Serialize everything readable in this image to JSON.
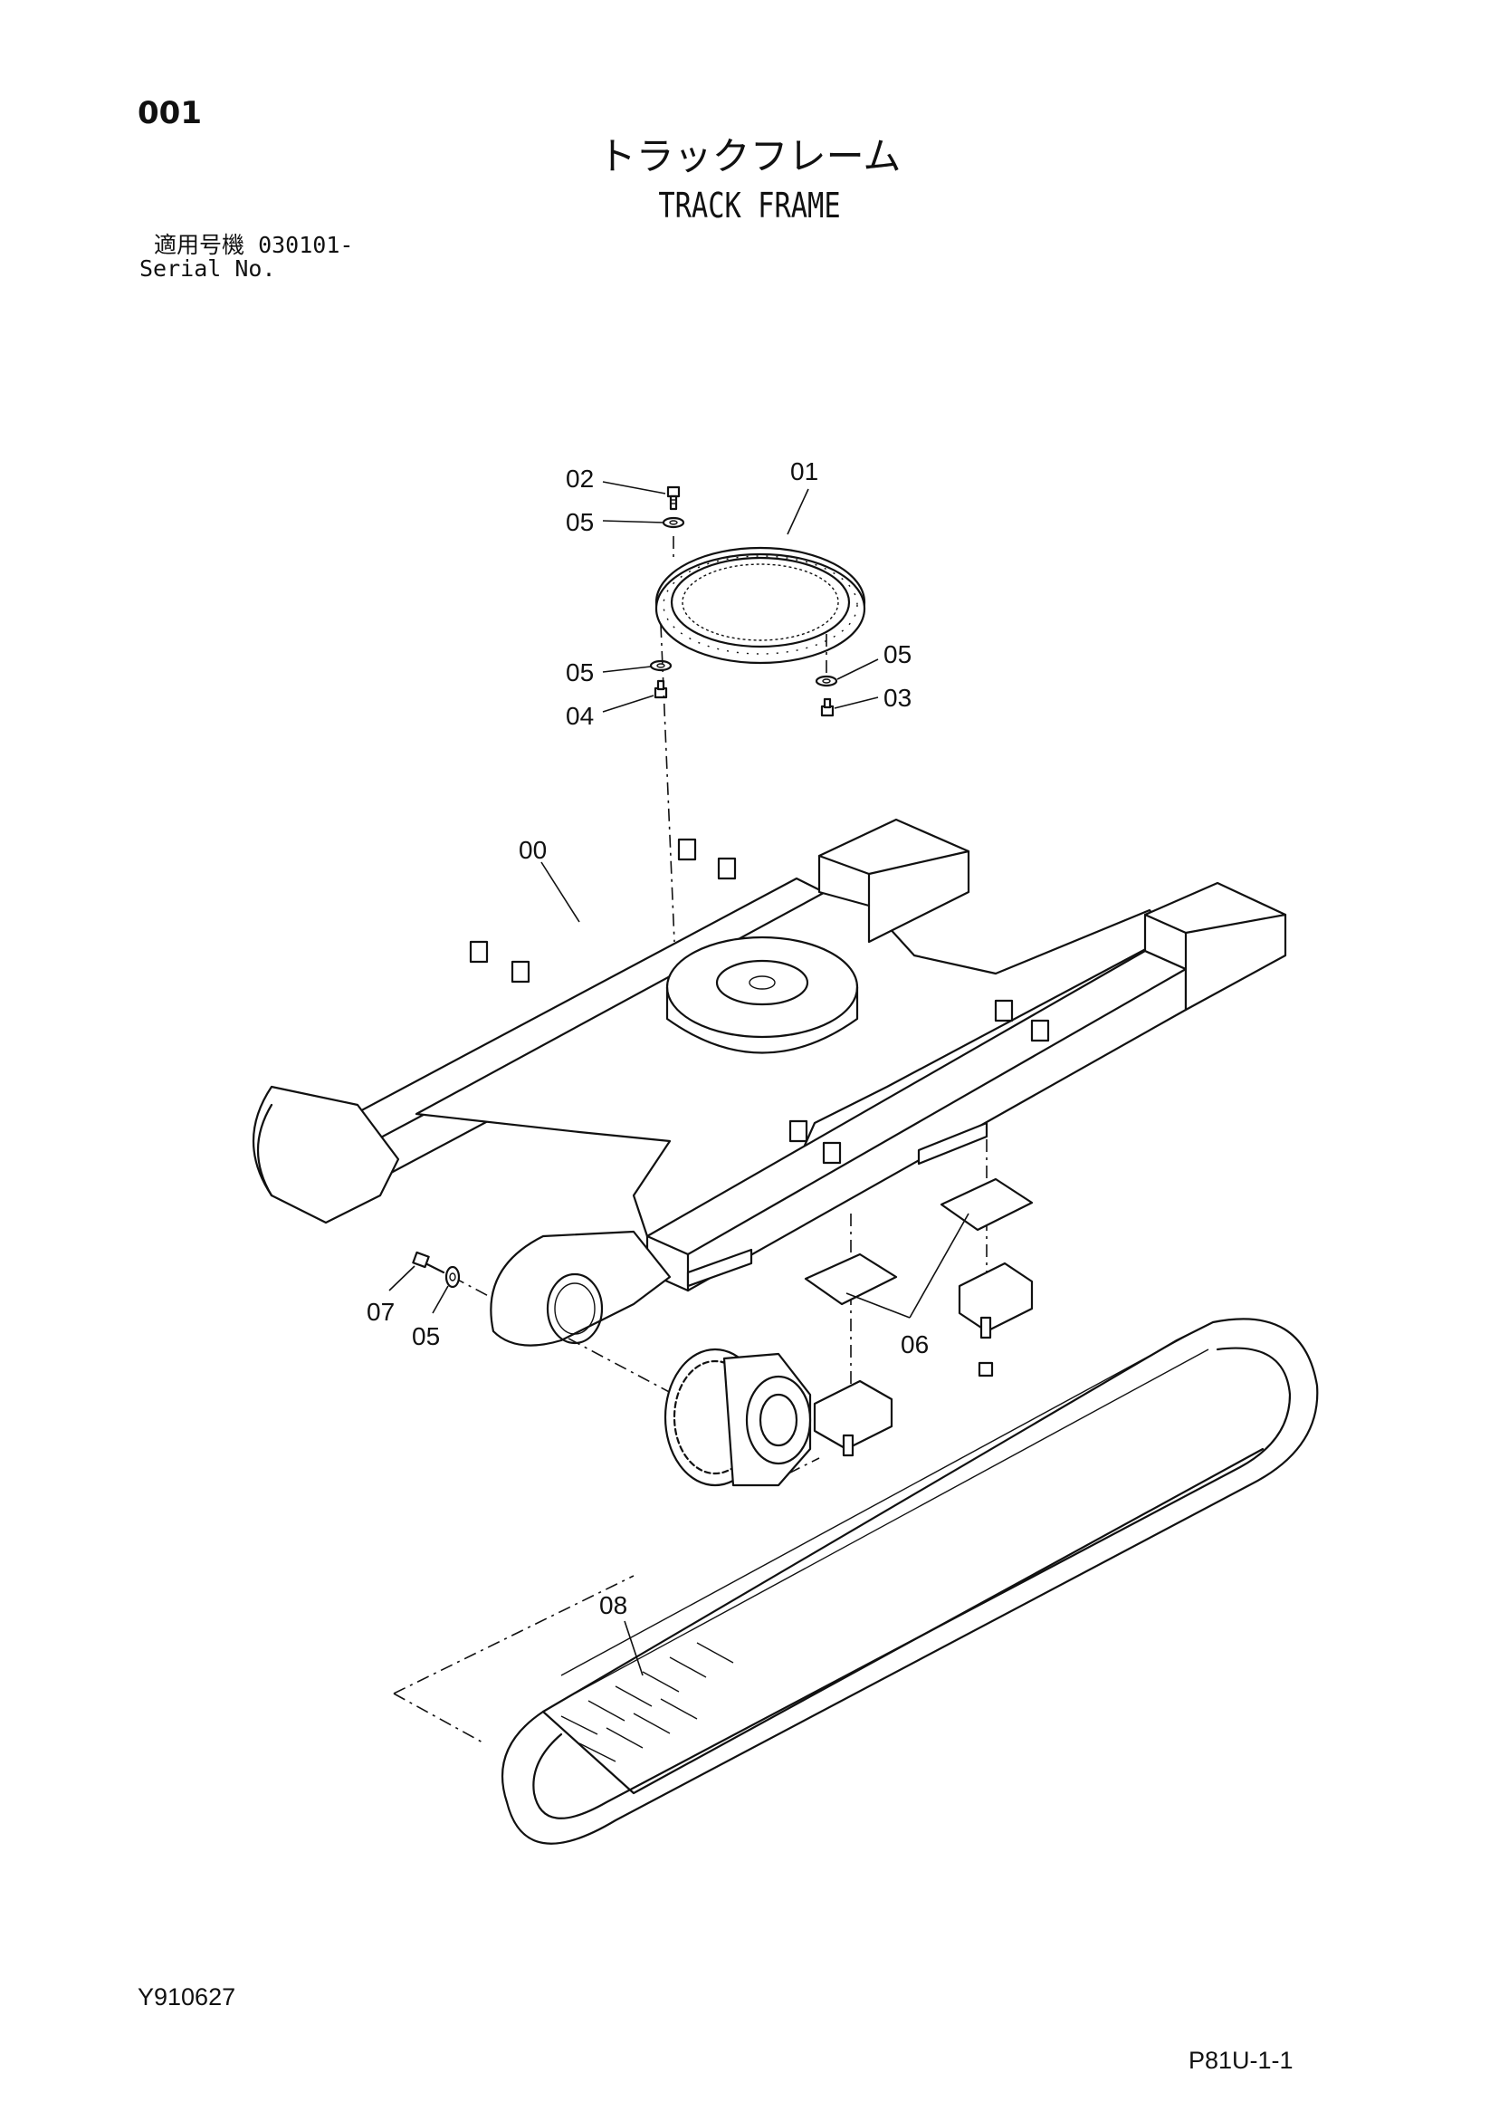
{
  "header": {
    "page_number": "001",
    "title_jp": "トラックフレーム",
    "title_en": "TRACK FRAME",
    "serial_label_jp": "適用号機",
    "serial_value": "030101-",
    "serial_label_en": "Serial No."
  },
  "callouts": {
    "c00": "00",
    "c01": "01",
    "c02": "02",
    "c03": "03",
    "c04": "04",
    "c05a": "05",
    "c05b": "05",
    "c05c": "05",
    "c05d": "05",
    "c06": "06",
    "c07": "07",
    "c08": "08"
  },
  "footer": {
    "drawing_code": "Y910627",
    "page_code": "P81U-1-1"
  }
}
